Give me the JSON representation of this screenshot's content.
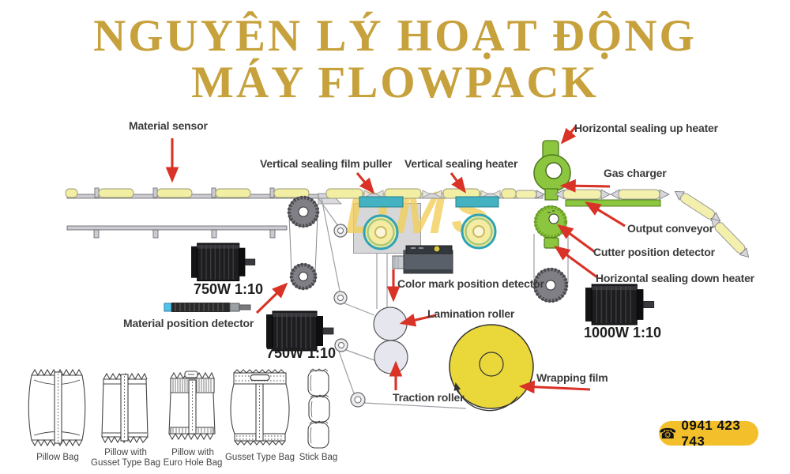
{
  "title": {
    "line1": "NGUYÊN LÝ HOẠT ĐỘNG",
    "line2": "MÁY FLOWPACK"
  },
  "watermark": "DMS",
  "labels": {
    "material_sensor": "Material sensor",
    "vertical_sealing_film_puller": "Vertical sealing film puller",
    "vertical_sealing_heater": "Vertical sealing heater",
    "horizontal_sealing_up_heater": "Horizontal sealing up heater",
    "gas_charger": "Gas charger",
    "output_conveyor": "Output conveyor",
    "cutter_position_detector": "Cutter position detector",
    "horizontal_sealing_down_heater": "Horizontal sealing down heater",
    "color_mark_position_detector": "Color mark position detector",
    "lamination_roller": "Lamination roller",
    "traction_roller": "Traction roller",
    "wrapping_film": "Wrapping film",
    "material_position_detector": "Material position detector"
  },
  "motors": {
    "left": "750W 1:10",
    "middle": "750W 1:10",
    "right": "1000W 1:10"
  },
  "bags": [
    {
      "line1": "Pillow Bag",
      "line2": ""
    },
    {
      "line1": "Pillow with",
      "line2": "Gusset Type Bag"
    },
    {
      "line1": "Pillow with",
      "line2": "Euro Hole Bag"
    },
    {
      "line1": "Gusset Type Bag",
      "line2": ""
    },
    {
      "line1": "Stick Bag",
      "line2": ""
    }
  ],
  "contact": {
    "phone": "0941 423 743",
    "phone_icon": "☎"
  },
  "colors": {
    "title_gold": "#C6A13C",
    "arrow_red": "#D93226",
    "machine_green": "#8CC63E",
    "sealing_teal": "#45B2C1",
    "film_yellow": "#EAD83B",
    "package_yellow": "#F2EEA3",
    "badge_yellow": "#F3C02C"
  }
}
